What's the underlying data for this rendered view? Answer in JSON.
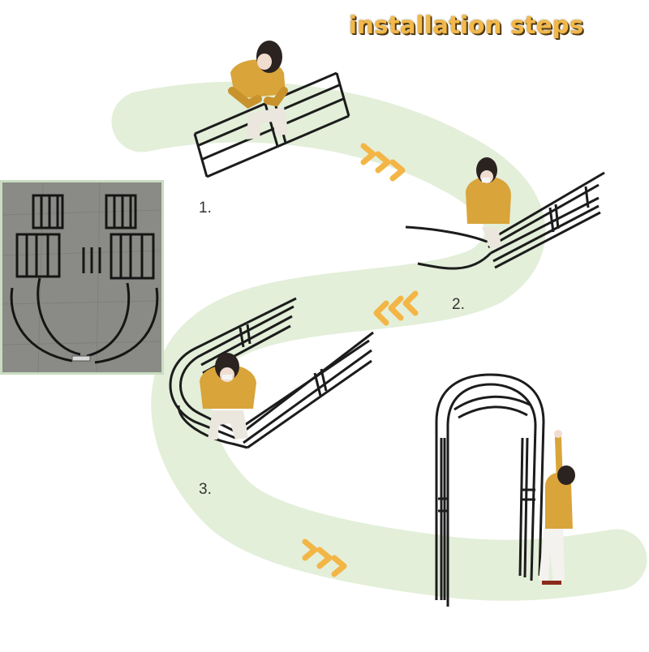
{
  "title": "installation steps",
  "steps": [
    {
      "label": "1."
    },
    {
      "label": "2."
    },
    {
      "label": "3."
    }
  ],
  "colors": {
    "title": "#f2b84b",
    "path": "#e3efd9",
    "chevron": "#f3b646",
    "frame": "#1c1c1c",
    "sweater": "#d9a43a"
  },
  "icons": [
    "chevron-right-icon",
    "chevron-left-icon",
    "person-figure"
  ]
}
